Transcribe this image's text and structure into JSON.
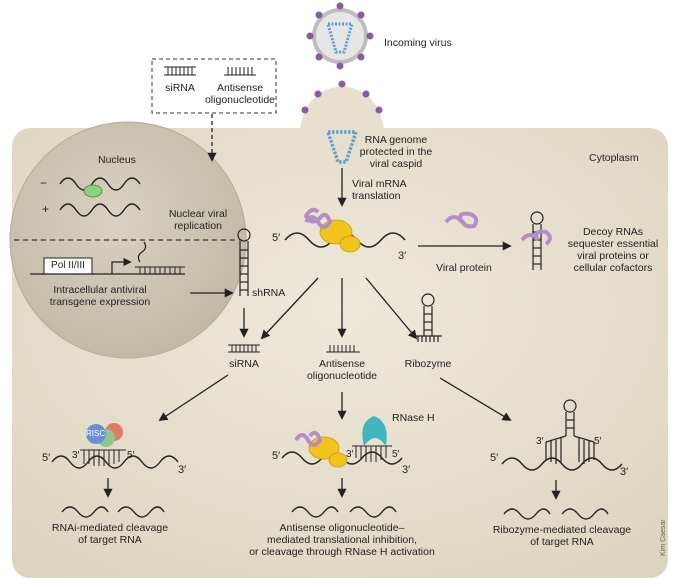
{
  "labels": {
    "incoming_virus": "Incoming virus",
    "sirna_box": "siRNA",
    "antisense_box_1": "Antisense",
    "antisense_box_2": "oligonucleotide",
    "rna_genome_1": "RNA genome",
    "rna_genome_2": "protected in the",
    "rna_genome_3": "viral caspid",
    "cytoplasm": "Cytoplasm",
    "nucleus": "Nucleus",
    "minus_sign": "−",
    "plus_sign": "+",
    "nuclear_viral_1": "Nuclear viral",
    "nuclear_viral_2": "replication",
    "pol": "Pol II/III",
    "intracellular_1": "Intracellular antiviral",
    "intracellular_2": "transgene expression",
    "viral_mrna_1": "Viral mRNA",
    "viral_mrna_2": "translation",
    "five_prime": "5′",
    "three_prime": "3′",
    "viral_protein": "Viral protein",
    "decoy_1": "Decoy RNAs",
    "decoy_2": "sequester essential",
    "decoy_3": "viral proteins or",
    "decoy_4": "cellular cofactors",
    "shrna": "shRNA",
    "sirna": "siRNA",
    "antisense_1": "Antisense",
    "antisense_2": "oligonucleotide",
    "ribozyme": "Ribozyme",
    "rnase_h": "RNase H",
    "risc": "RISC",
    "rnai_1": "RNAi-mediated cleavage",
    "rnai_2": "of target RNA",
    "aso_1": "Antisense oligonucleotide–",
    "aso_2": "mediated translational inhibition,",
    "aso_3": "or cleavage through RNase H activation",
    "ribo_1": "Ribozyme-mediated cleavage",
    "ribo_2": "of target RNA",
    "credit": "Kim Caesar"
  },
  "colors": {
    "cell_fill": "#e8e0cf",
    "nucleus_fill": "#cfc7b6",
    "capsid_blue": "#5a9fd0",
    "virus_purple": "#8a5aa8",
    "ribosome_yellow": "#f2c31a",
    "protein_purple": "#b48cc8",
    "rnase_teal": "#40b7bf",
    "risc_blue": "#6a8fd8",
    "risc_red": "#e07a6a",
    "risc_green": "#8ec98a",
    "green_blob": "#8fd17a"
  }
}
